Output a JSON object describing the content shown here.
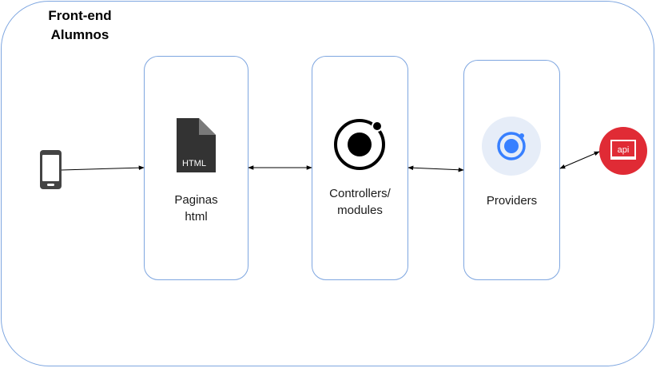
{
  "title": {
    "line1": "Front-end",
    "line2": "Alumnos"
  },
  "nodes": {
    "pages": {
      "icon_text": "HTML",
      "line1": "Paginas",
      "line2": "html"
    },
    "controllers": {
      "line1": "Controllers/",
      "line2": "modules"
    },
    "providers": {
      "label": "Providers"
    },
    "api": {
      "icon_text": "api"
    }
  },
  "colors": {
    "border": "#7ea6e0",
    "ionic_blue": "#3880ff",
    "api_red": "#e02b35",
    "icon_dark": "#333333"
  }
}
